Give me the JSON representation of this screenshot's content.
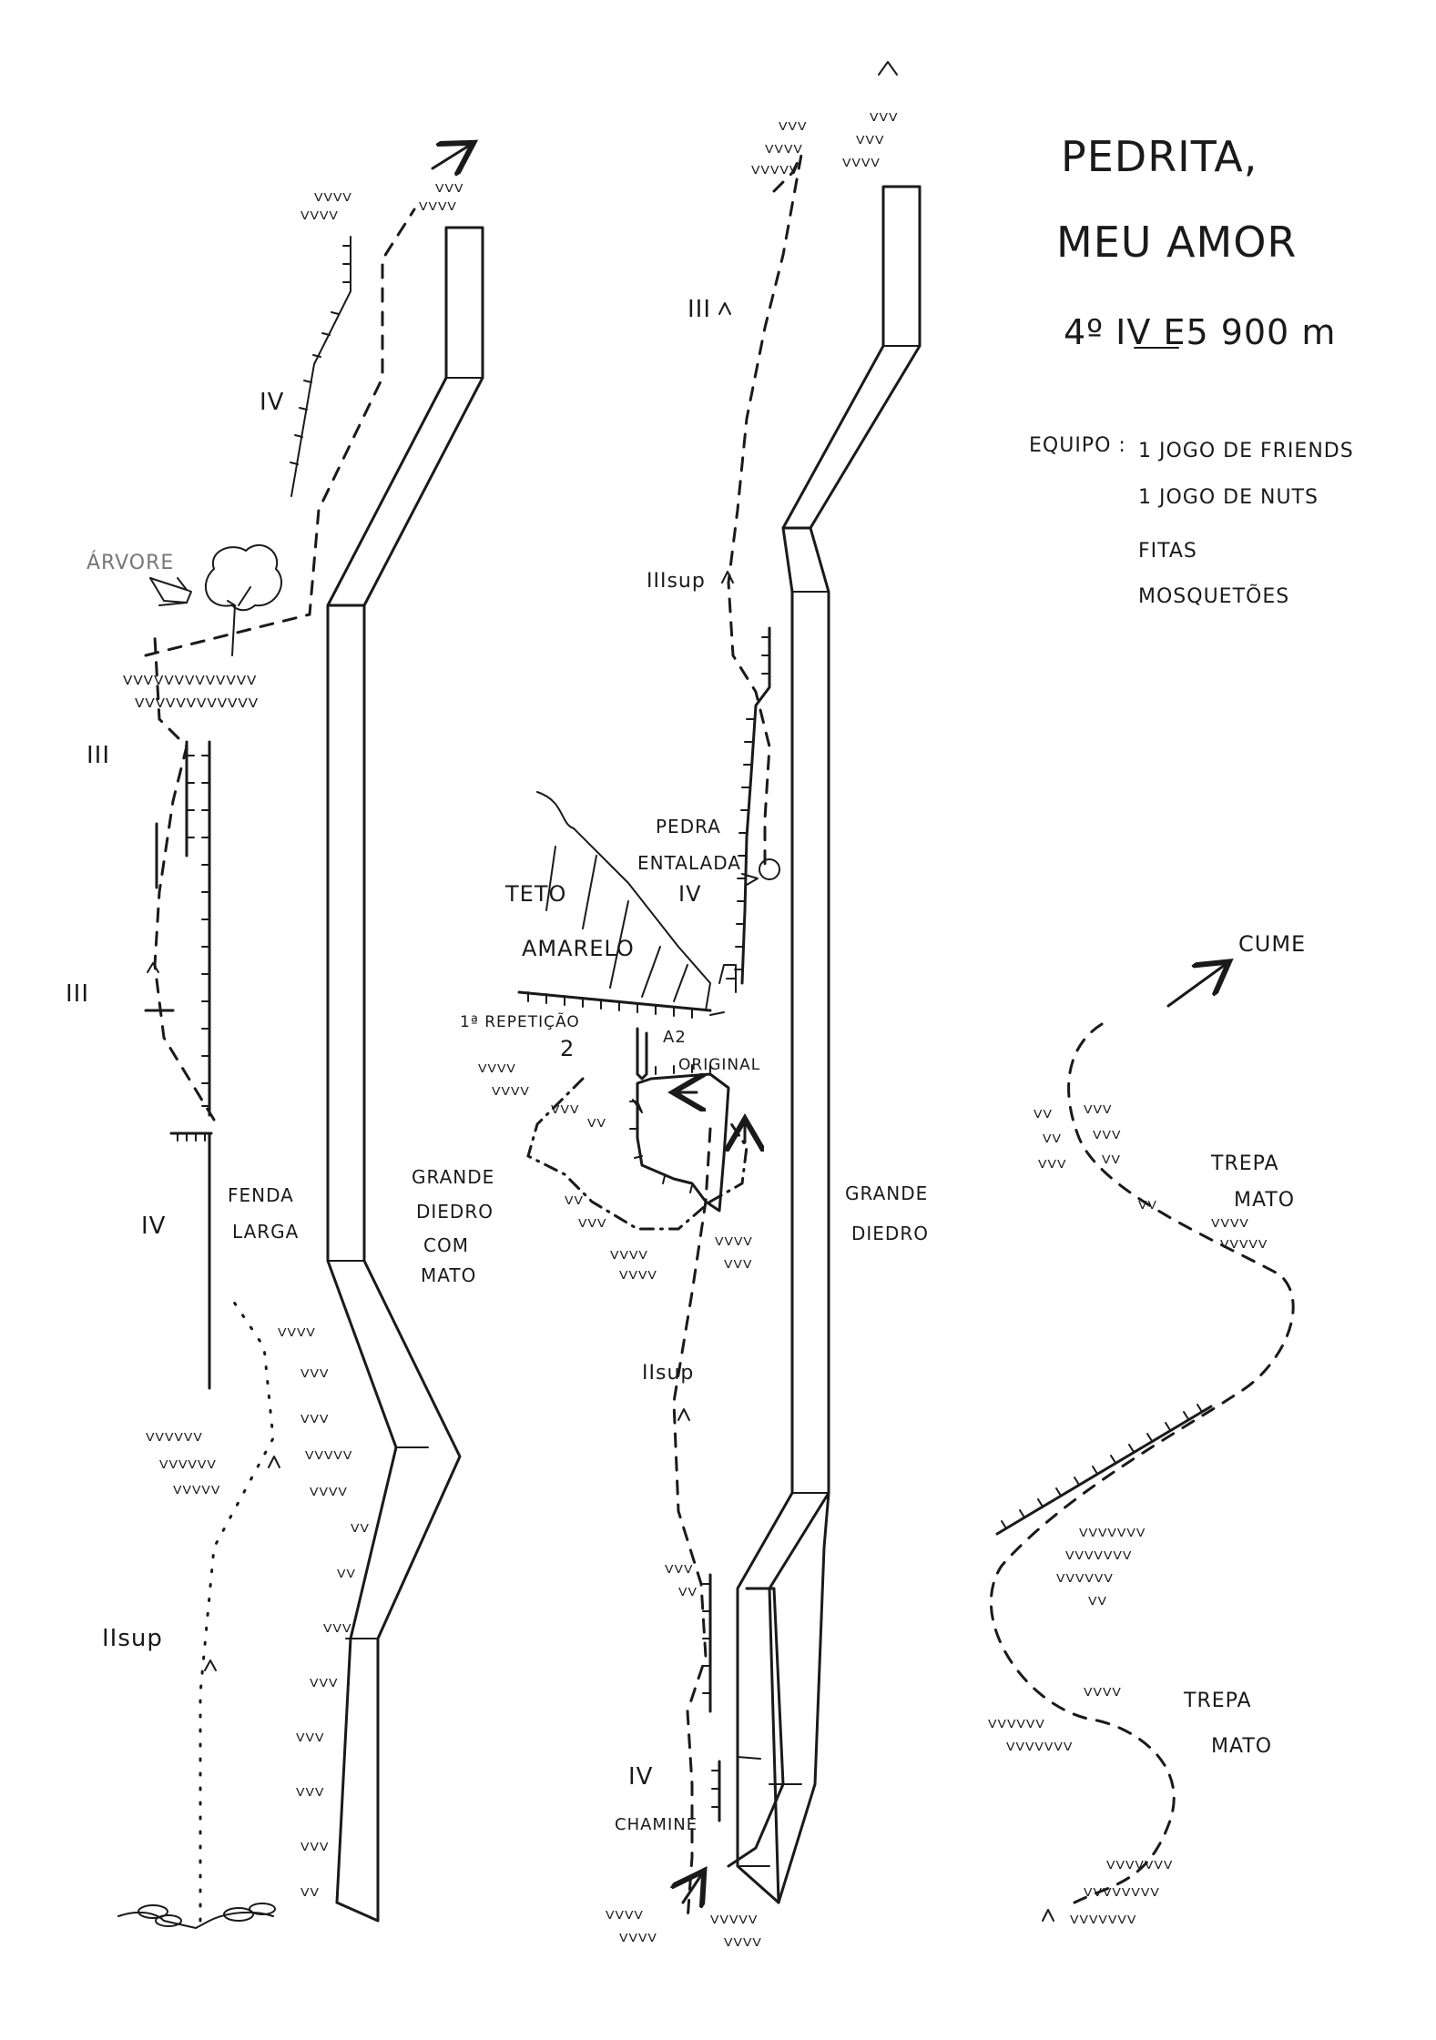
{
  "title": {
    "line1": "PEDRITA,",
    "line2": "MEU AMOR",
    "grade": "4º IV E5  900 m"
  },
  "equipment": {
    "label": "EQUIPO :",
    "items": [
      "1 JOGO DE FRIENDS",
      "1 JOGO DE NUTS",
      "FITAS",
      "MOSQUETÕES"
    ]
  },
  "left_topo": {
    "labels": {
      "tree": "ÁRVORE",
      "fenda": "FENDA",
      "larga": "LARGA",
      "grande": "GRANDE",
      "diedro": "DIEDRO",
      "com": "COM",
      "mato": "MATO"
    },
    "grades": [
      "IV",
      "III",
      "III",
      "IV",
      "IIsup"
    ]
  },
  "middle_topo": {
    "labels": {
      "pedra": "PEDRA",
      "entalada": "ENTALADA",
      "teto": "TETO",
      "amarelo": "AMARELO",
      "repeticao": "1ª REPETIÇÃO",
      "repeticao_num": "2",
      "a2": "A2",
      "original": "ORIGINAL",
      "grande": "GRANDE",
      "diedro": "DIEDRO",
      "chamine": "CHAMINÉ"
    },
    "grades": [
      "III",
      "IIIsup",
      "IV",
      "IIsup",
      "IV"
    ]
  },
  "right_topo": {
    "labels": {
      "cume": "CUME",
      "trepa1": "TREPA",
      "mato1": "MATO",
      "trepa2": "TREPA",
      "mato2": "MATO"
    }
  },
  "icons": {
    "grass": "grass-tuft-icon",
    "arrow": "route-arrow-icon",
    "tree": "tree-icon"
  },
  "colors": {
    "ink": "#1a1a1a",
    "pencil": "#777777",
    "paper": "#ffffff"
  }
}
